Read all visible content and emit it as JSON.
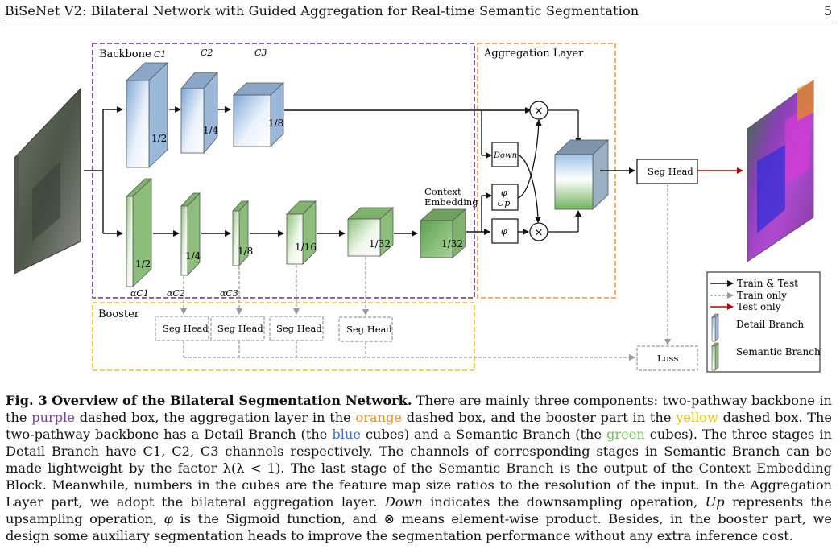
{
  "header": {
    "title": "BiSeNet V2: Bilateral Network with Guided Aggregation for Real-time Semantic Segmentation",
    "page": "5"
  },
  "figure": {
    "backbone_label": "Backbone",
    "aggregation_label": "Aggregation Layer",
    "booster_label": "Booster",
    "detail_channels": [
      "C1",
      "C2",
      "C3"
    ],
    "detail_ratios": [
      "1/2",
      "1/4",
      "1/8"
    ],
    "semantic_ratios": [
      "1/2",
      "1/4",
      "1/8",
      "1/16",
      "1/32",
      "1/32"
    ],
    "semantic_channels": [
      "αC1",
      "αC2",
      "αC3"
    ],
    "context_label_1": "Context",
    "context_label_2": "Embedding",
    "down_label": "Down",
    "phi_label": "φ",
    "up_label": "Up",
    "times_symbol": "×",
    "seg_head_label": "Seg Head",
    "loss_label": "Loss",
    "legend": {
      "train_test": "Train & Test",
      "train_only": "Train only",
      "test_only": "Test only",
      "detail_branch": "Detail Branch",
      "semantic_branch": "Semantic Branch"
    },
    "colors": {
      "purple_box": "#6a2d91",
      "orange_box": "#f09a3a",
      "yellow_box": "#f2bf1a",
      "blue_cube": "#b9d4f0",
      "green_cube": "#93c47d",
      "red_arrow": "#c00000"
    }
  },
  "caption": {
    "fig_label": "Fig. 3",
    "bold_title": "Overview of the Bilateral Segmentation Network.",
    "s1": "There are mainly three components: two-pathway backbone in the",
    "purple": "purple",
    "s2": "dashed box, the aggregation layer in the",
    "orange": "orange",
    "s3": "dashed box, and the booster part in the",
    "yellow": "yellow",
    "s4": "dashed box. The two-pathway backbone has a Detail Branch (the",
    "blue": "blue",
    "s5": "cubes) and a Semantic Branch (the",
    "green": "green",
    "s6": "cubes). The three stages in Detail Branch have C1, C2, C3 channels respectively. The channels of corresponding stages in Semantic Branch can be made lightweight by the factor λ(λ < 1). The last stage of the Semantic Branch is the output of the Context Embedding Block. Meanwhile, numbers in the cubes are the feature map size ratios to the resolution of the input. In the Aggregation Layer part, we adopt the bilateral aggregation layer.",
    "down_word": "Down",
    "s7": "indicates the downsampling operation,",
    "up_word": "Up",
    "s8": "represents the upsampling operation,",
    "phi": "φ",
    "s9": "is the Sigmoid function, and",
    "otimes": "⊗",
    "s10": "means element-wise product. Besides, in the booster part, we design some auxiliary segmentation heads to improve the segmentation performance without any extra inference cost."
  }
}
